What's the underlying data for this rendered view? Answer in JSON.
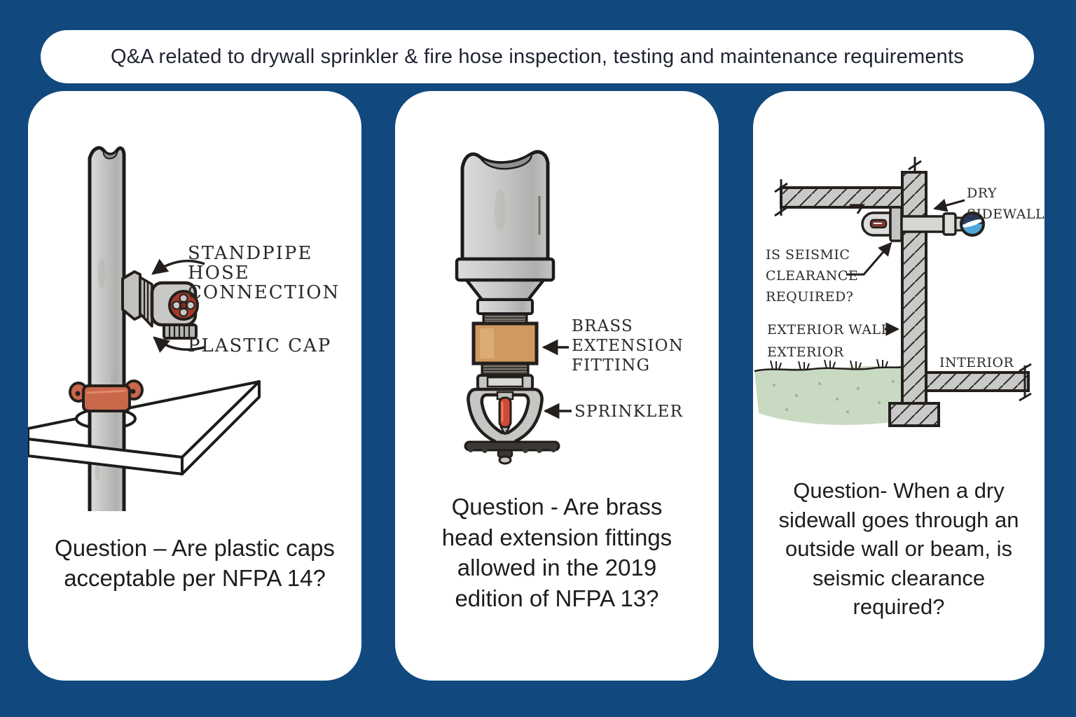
{
  "banner": {
    "text": "Q&A related to drywall sprinkler & fire hose inspection, testing and maintenance requirements"
  },
  "colors": {
    "background": "#11497E",
    "card_background": "#FFFFFF",
    "ink_outline": "#241F1C",
    "pipe_gray": "#C6C6C4",
    "valve_wheel_red": "#A83A2C",
    "riser_clamp_orange": "#C9674A",
    "brass_fitting_tan": "#CF9A5F",
    "sprinkler_bulb_red": "#D04A34",
    "sidewall_bulb_maroon": "#7E3A34",
    "water_ball_navy": "#223C5E",
    "water_ball_blue": "#4FA8D8",
    "grass_green": "#C3D6BB"
  },
  "cards": [
    {
      "id": "standpipe-plastic-cap",
      "question": "Question – Are plastic caps acceptable per NFPA 14?",
      "diagram_labels": {
        "standpipe_hose_connection": [
          "STANDPIPE",
          "HOSE",
          "CONNECTION"
        ],
        "plastic_cap": "PLASTIC CAP"
      }
    },
    {
      "id": "brass-extension-fitting",
      "question": "Question - Are brass head extension fittings allowed in the 2019 edition of NFPA 13?",
      "diagram_labels": {
        "brass_extension_fitting": [
          "BRASS",
          "EXTENSION",
          "FITTING"
        ],
        "sprinkler": "SPRINKLER"
      }
    },
    {
      "id": "dry-sidewall-seismic",
      "question": "Question- When a dry sidewall goes through an outside wall or beam, is seismic clearance required?",
      "diagram_labels": {
        "dry_sidewall": [
          "DRY",
          "SIDEWALL"
        ],
        "is_seismic_clearance_required": [
          "IS SEISMIC",
          "CLEARANCE",
          "REQUIRED?"
        ],
        "exterior_wall": "EXTERIOR WALL",
        "exterior": "EXTERIOR",
        "interior": "INTERIOR"
      }
    }
  ]
}
